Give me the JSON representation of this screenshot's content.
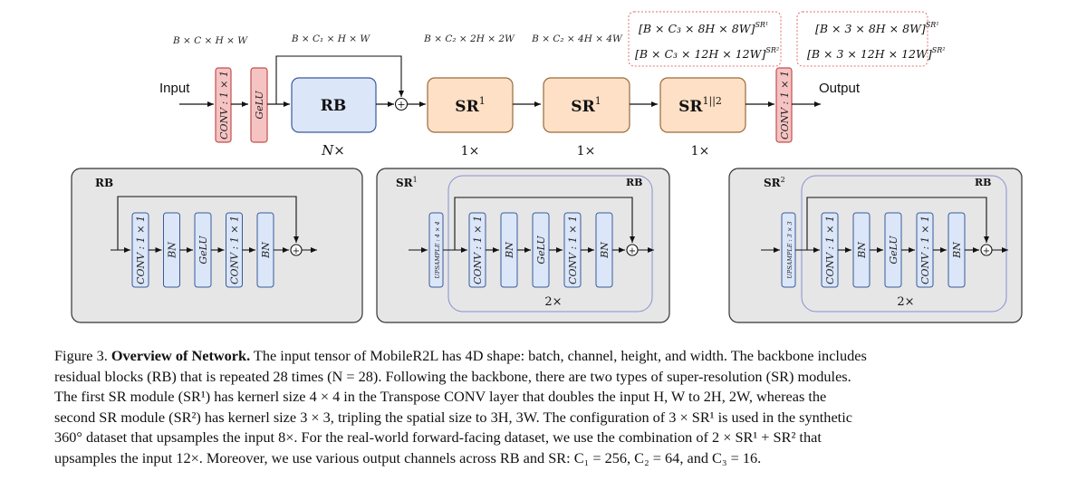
{
  "main_diagram": {
    "input_label": "Input",
    "output_label": "Output",
    "shapes": {
      "s1": "B × C × H × W",
      "s2": "B × C₁ × H × W",
      "s3": "B × C₂ × 2H × 2W",
      "s4": "B × C₂ × 4H × 4W"
    },
    "shape_box_sr_a": "[B × C₃ × 8H × 8W]",
    "shape_box_sr_a_sup": "SR¹",
    "shape_box_sr_b": "[B × C₃ × 12H × 12W]",
    "shape_box_sr_b_sup": "SR²",
    "shape_box_out_a": "[B × 3 × 8H × 8W]",
    "shape_box_out_a_sup": "SR¹",
    "shape_box_out_b": "[B × 3 × 12H × 12W]",
    "shape_box_out_b_sup": "SR²",
    "conv_in": "CONV : 1 × 1",
    "gelu": "GeLU",
    "rb": "RB",
    "rb_repeat": "N×",
    "sr1_a": "SR",
    "sr1_a_sup": "1",
    "sr1_a_repeat": "1×",
    "sr1_b": "SR",
    "sr1_b_sup": "1",
    "sr1_b_repeat": "1×",
    "sr12": "SR",
    "sr12_sup": "1||2",
    "sr12_repeat": "1×",
    "conv_out": "CONV : 1 × 1",
    "plus": "+"
  },
  "rb_panel": {
    "title": "RB",
    "blocks": [
      "CONV : 1 × 1",
      "BN",
      "GeLU",
      "CONV : 1 × 1",
      "BN"
    ]
  },
  "sr1_panel": {
    "title": "SR",
    "title_sup": "1",
    "rb_label": "RB",
    "upsample": "UPSAMPLE : 4 × 4",
    "blocks": [
      "CONV : 1 × 1",
      "BN",
      "GeLU",
      "CONV : 1 × 1",
      "BN"
    ],
    "repeat": "2×"
  },
  "sr2_panel": {
    "title": "SR",
    "title_sup": "2",
    "rb_label": "RB",
    "upsample": "UPSAMPLE : 3 × 3",
    "blocks": [
      "CONV : 1 × 1",
      "BN",
      "GeLU",
      "CONV : 1 × 1",
      "BN"
    ],
    "repeat": "2×"
  },
  "caption": {
    "label": "Figure 3.",
    "bold_title": "Overview of Network.",
    "line1": "The input tensor of MobileR2L has 4D shape: batch, channel, height, and width. The backbone includes",
    "line2": "residual blocks (RB) that is repeated 28 times (N = 28). Following the backbone, there are two types of super-resolution (SR) modules.",
    "line3": "The first SR module (SR¹) has kernerl size 4 × 4 in the Transpose CONV layer that doubles the input H, W to 2H, 2W, whereas the",
    "line4": "second SR module (SR²) has kernerl size 3 × 3, tripling the spatial size to 3H, 3W. The configuration of 3 × SR¹ is used in the synthetic",
    "line5": "360° dataset that upsamples the input 8×. For the real-world forward-facing dataset, we use the combination of 2 × SR¹ + SR² that",
    "line6": "upsamples the input 12×. Moreover, we use various output channels across RB and SR: C₁ = 256, C₂ = 64, and C₃ = 16."
  },
  "colors": {
    "conv_red_fill": "#f6c3c3",
    "conv_red_stroke": "#c0504d",
    "rb_blue_fill": "#dbe6f8",
    "rb_blue_stroke": "#3a5a9a",
    "sr_orange_fill": "#fde0c6",
    "sr_orange_stroke": "#9a6a3a",
    "panel_fill": "#e6e6e6",
    "panel_stroke": "#333333",
    "dashed_box": "#8a8fd0",
    "shape_box_dotted": "#e07070"
  }
}
